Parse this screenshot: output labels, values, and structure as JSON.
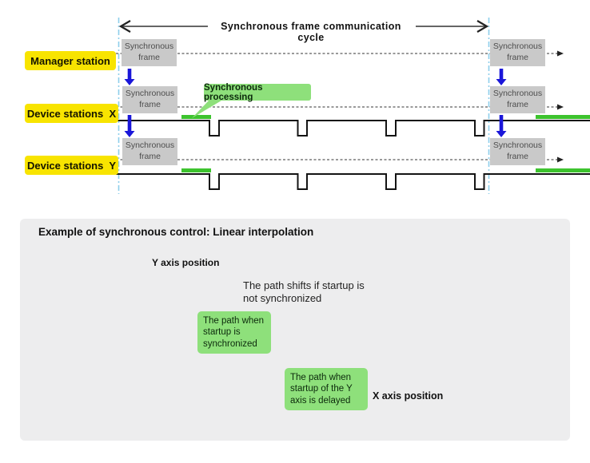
{
  "diagram": {
    "cycle_label": "Synchronous frame communication cycle",
    "rows": [
      {
        "label": "Manager station"
      },
      {
        "label": "Device stations  X"
      },
      {
        "label": "Device stations  Y"
      }
    ],
    "frame_box": {
      "line1": "Synchronous",
      "line2": "frame"
    },
    "processing_label": "Synchronous processing"
  },
  "panel": {
    "title": "Example of synchronous control: Linear interpolation",
    "y_axis_label": "Y axis position",
    "x_axis_label": "X axis position",
    "shift_note": "The path shifts if startup is not synchronized",
    "callout_synchronized": "The path when startup is synchronized",
    "callout_delayed": "The path when startup of the Y axis is delayed"
  },
  "colors": {
    "yellow": "#f8e400",
    "graybox": "#c9c9c9",
    "graytext": "#4d4d4d",
    "greenbox": "#8ee07b",
    "greenbar": "#3dc32e",
    "blue": "#1a16d9",
    "cyan": "#8ecfeb",
    "panel": "#ededee"
  }
}
